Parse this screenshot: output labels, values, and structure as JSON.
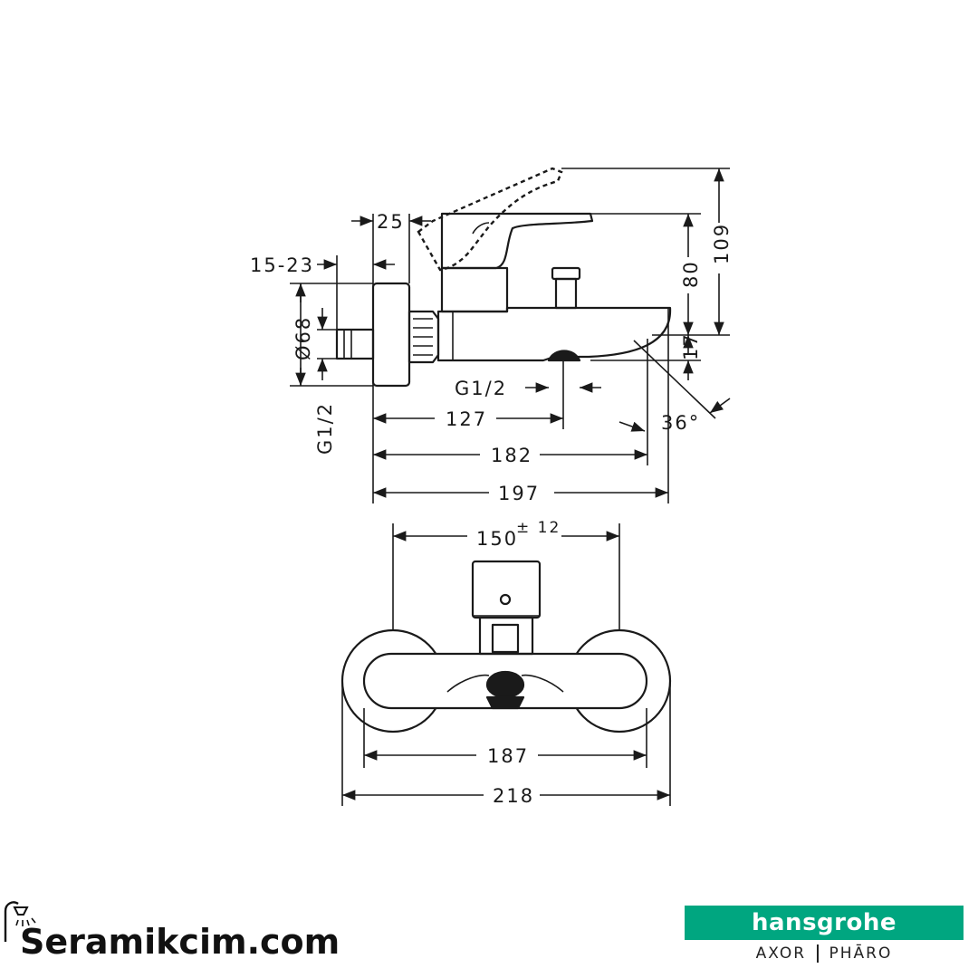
{
  "dimensions": {
    "d25": "25",
    "d15_23": "15-23",
    "d68": "Ø68",
    "g12_left": "G1/2",
    "g12_outlet": "G1/2",
    "d127": "127",
    "d182": "182",
    "d197": "197",
    "d36": "36°",
    "d80": "80",
    "d109": "109",
    "d17": "17",
    "d150": "150",
    "d150_tol": "± 12",
    "d187": "187",
    "d218": "218"
  },
  "footer": {
    "site": "Seramikcim.com",
    "logo": "hansgrohe",
    "sub_brand_1": "AXOR",
    "sub_brand_2": "PHĀRO"
  },
  "colors": {
    "line": "#1a1a1a",
    "brand_green": "#00a680"
  },
  "icons": [
    "shower-icon",
    "arrow-icon"
  ]
}
